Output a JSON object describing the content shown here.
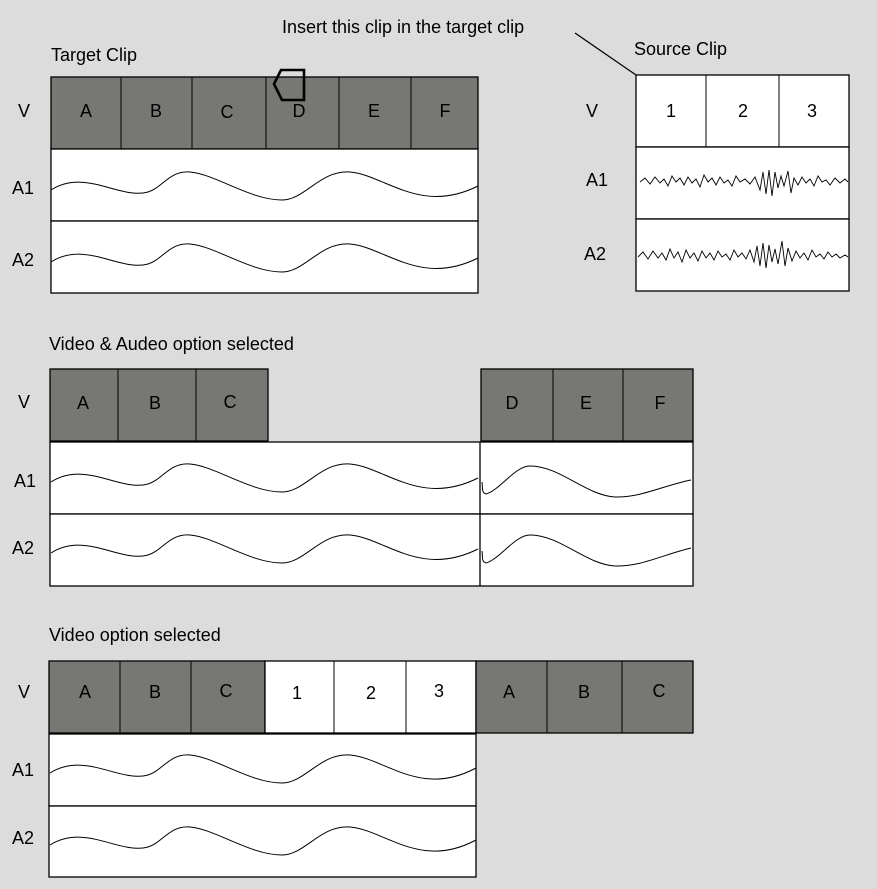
{
  "annotation": "Insert this clip in the target clip",
  "target": {
    "title": "Target Clip",
    "tracks": [
      "V",
      "A1",
      "A2"
    ],
    "video_clips": [
      "A",
      "B",
      "C",
      "D",
      "E",
      "F"
    ]
  },
  "source": {
    "title": "Source Clip",
    "tracks": [
      "V",
      "A1",
      "A2"
    ],
    "video_clips": [
      "1",
      "2",
      "3"
    ]
  },
  "result_av": {
    "title": "Video & Audeo option selected",
    "tracks": [
      "V",
      "A1",
      "A2"
    ],
    "video_left": [
      "A",
      "B",
      "C"
    ],
    "video_right": [
      "D",
      "E",
      "F"
    ]
  },
  "result_v": {
    "title": "Video option selected",
    "tracks": [
      "V",
      "A1",
      "A2"
    ],
    "video_clips": [
      "A",
      "B",
      "C",
      "1",
      "2",
      "3",
      "A",
      "B",
      "C"
    ]
  },
  "colors": {
    "background": "#dcdcdc",
    "target_clip": "#777874",
    "source_clip": "#ffffff",
    "audio_track": "#ffffff",
    "line": "#000000"
  }
}
